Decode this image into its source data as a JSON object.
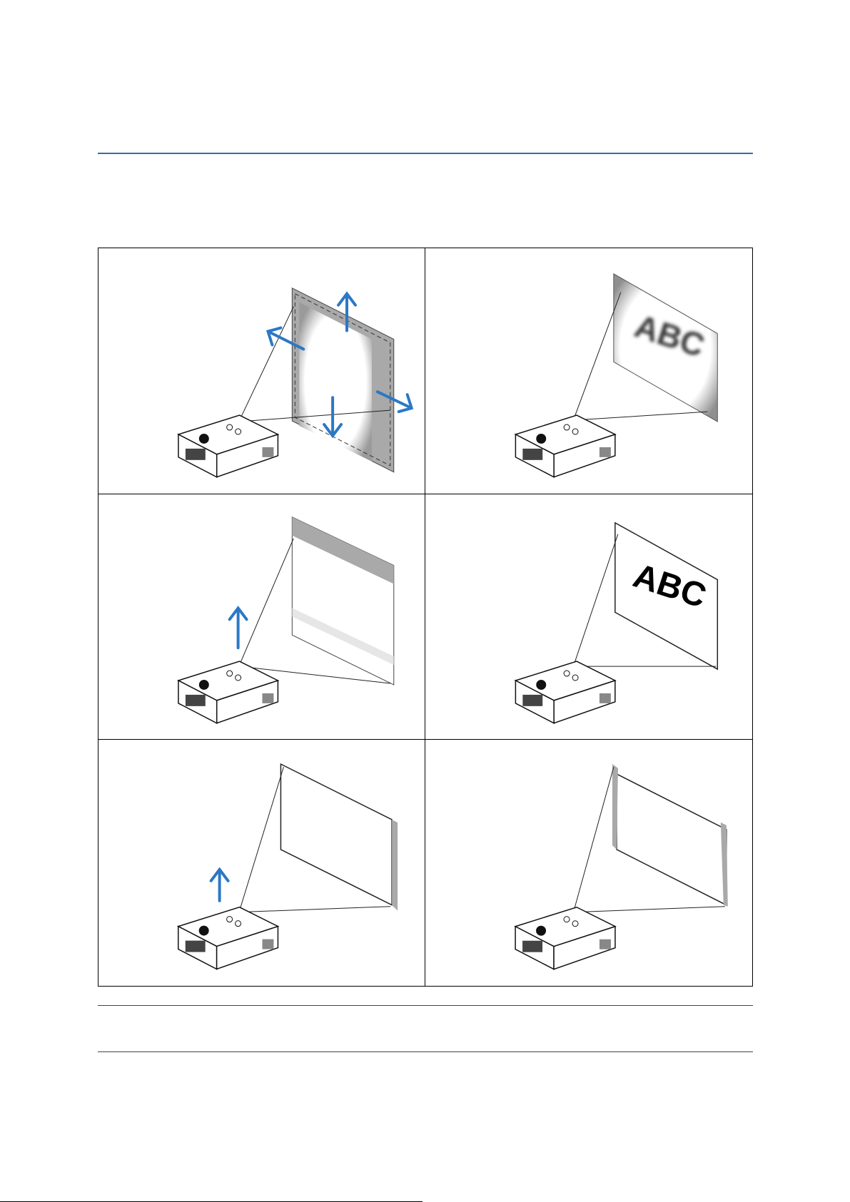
{
  "figures": [
    {
      "id": "1",
      "screen": "shaded-blur",
      "letters": ""
    },
    {
      "id": "2",
      "screen": "blurred-text",
      "letters": "ABC"
    },
    {
      "id": "3",
      "screen": "shifted-up",
      "letters": ""
    },
    {
      "id": "4",
      "screen": "sharp-text",
      "letters": "ABC"
    },
    {
      "id": "5",
      "screen": "keystone-right",
      "letters": ""
    },
    {
      "id": "6",
      "screen": "keystone-left",
      "letters": ""
    }
  ],
  "colors": {
    "arrow": "#2b78c6",
    "rule_top": "#2f6db0",
    "screen_gray": "#a9a9a9"
  },
  "icons": {
    "projector": "projector-icon",
    "arrow": "direction-arrow-icon"
  }
}
